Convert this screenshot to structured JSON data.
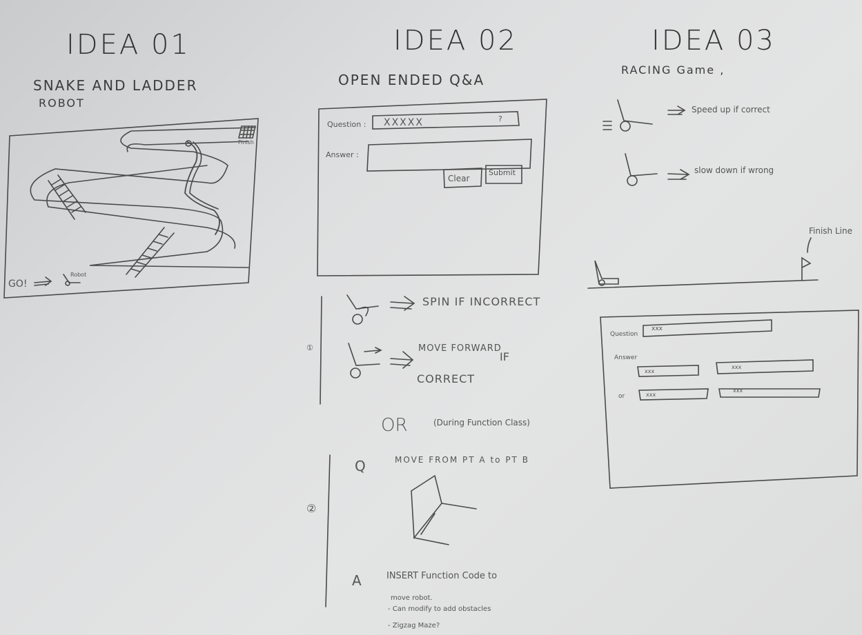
{
  "idea1": {
    "title": "IDEA 01",
    "subtitle_line1": "SNAKE AND LADDER",
    "subtitle_line2": "ROBOT",
    "finish_label": "Finish",
    "go_label": "GO!",
    "robot_label": "Robot"
  },
  "idea2": {
    "title": "IDEA 02",
    "subtitle": "OPEN ENDED Q&A",
    "question_label": "Question :",
    "question_value": "XXXXX",
    "question_mark": "?",
    "answer_label": "Answer :",
    "clear_label": "Clear",
    "submit_label": "Submit",
    "option1_number": "①",
    "spin_text": "SPIN IF INCORRECT",
    "move_text": "MOVE FORWARD",
    "if_text": "IF",
    "correct_text": "CORRECT",
    "or_text": "OR",
    "or_note": "(During Function Class)",
    "option2_number": "②",
    "q_label": "Q",
    "q_text": "MOVE FROM PT A to PT B",
    "a_label": "A",
    "a_text": "INSERT Function Code to",
    "a_line2": "move robot.",
    "a_line3": "- Can modify to add obstacles",
    "a_line4": "- Zigzag Maze?"
  },
  "idea3": {
    "title": "IDEA 03",
    "subtitle": "RACING Game ,",
    "speed_up_text": "Speed up if correct",
    "slow_down_text": "slow down if wrong",
    "finish_line_label": "Finish Line",
    "question_label": "Question",
    "question_value": "xxx",
    "answer_label": "Answer",
    "or_label": "or",
    "options": [
      "xxx",
      "xxx",
      "xxx",
      "xxx"
    ]
  }
}
